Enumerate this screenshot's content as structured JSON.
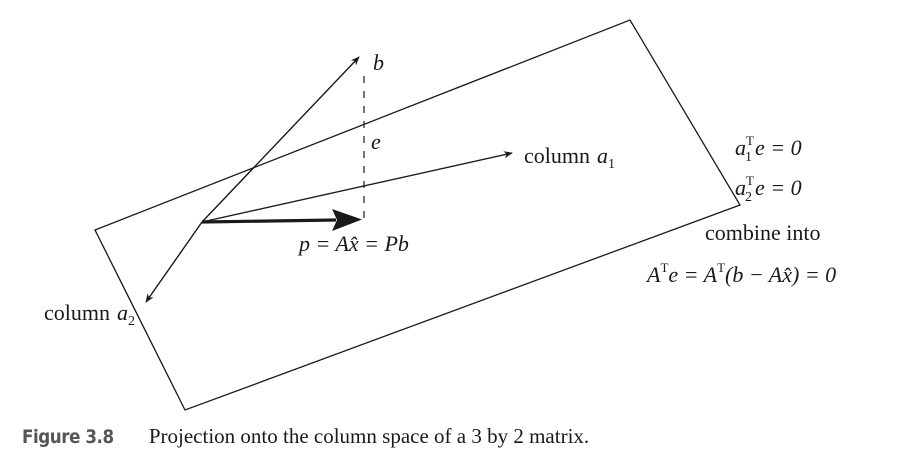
{
  "labels": {
    "b": "b",
    "e": "e",
    "column_a1_word": "column",
    "column_a1_var": "a",
    "column_a1_sub": "1",
    "column_a2_word": "column",
    "column_a2_var": "a",
    "column_a2_sub": "2",
    "projection": "p = Ax̂ = Pb"
  },
  "equations": {
    "eq1": {
      "var": "a",
      "sub": "1",
      "sup": "T",
      "rest": "e = 0"
    },
    "eq2": {
      "var": "a",
      "sub": "2",
      "sup": "T",
      "rest": "e = 0"
    },
    "combine": "combine into",
    "final": {
      "lead": "A",
      "sup1": "T",
      "mid": "e = A",
      "sup2": "T",
      "tail": "(b − Ax̂) = 0"
    }
  },
  "caption": {
    "tag": "Figure 3.8",
    "text": "Projection onto the column space of a 3 by 2 matrix."
  }
}
